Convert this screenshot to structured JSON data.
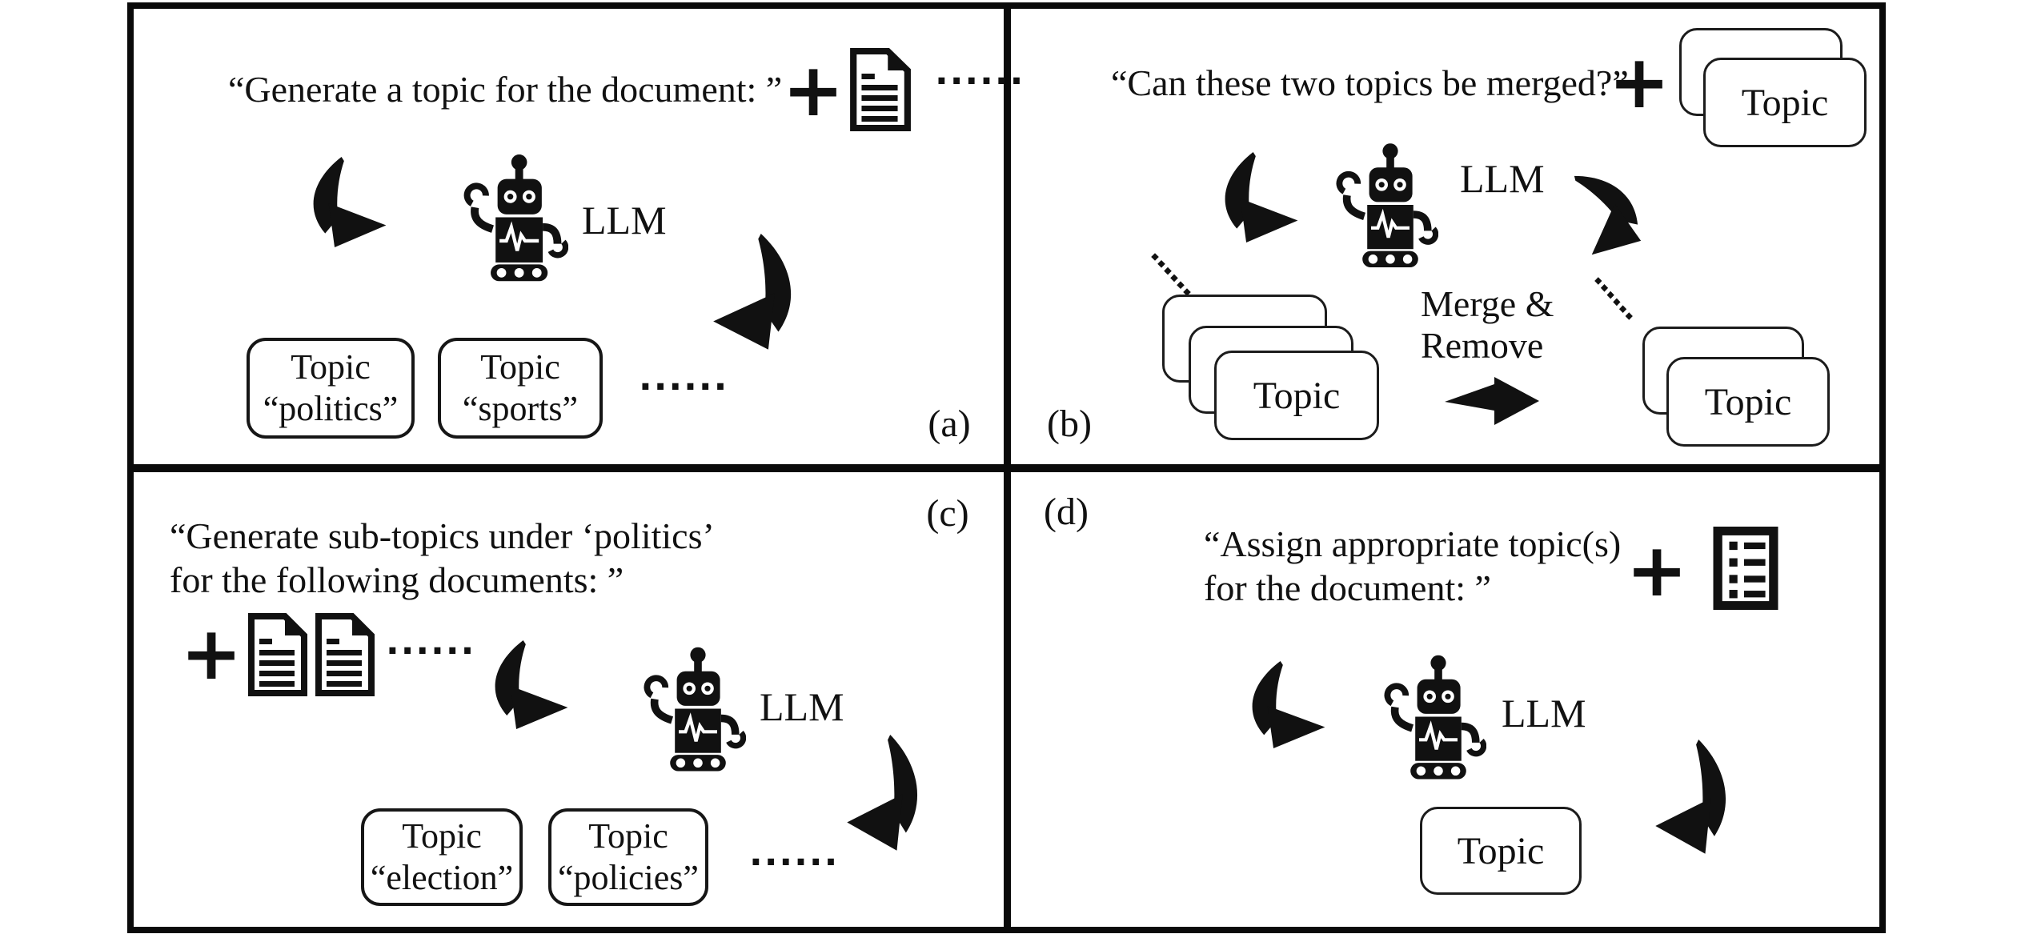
{
  "colors": {
    "ink": "#111111",
    "background": "#ffffff"
  },
  "panel_labels": {
    "a": "(a)",
    "b": "(b)",
    "c": "(c)",
    "d": "(d)"
  },
  "panels": {
    "a": {
      "prompt": "“Generate a topic for the document: ”",
      "plus": "+",
      "ellipsis_documents": "······",
      "llm_label": "LLM",
      "ellipsis_topics": "······",
      "topics": [
        {
          "line1": "Topic",
          "line2": "“politics”"
        },
        {
          "line1": "Topic",
          "line2": "“sports”"
        }
      ]
    },
    "b": {
      "prompt": "“Can these two topics be merged?”",
      "plus": "+",
      "input_card_label": "Topic",
      "llm_label": "LLM",
      "merge_label_line1": "Merge &",
      "merge_label_line2": "Remove",
      "left_stack_card_label": "Topic",
      "right_stack_card_label": "Topic"
    },
    "c": {
      "prompt_line1": "“Generate sub-topics under ‘politics’",
      "prompt_line2": "for the following documents: ”",
      "plus": "+",
      "ellipsis_documents": "······",
      "llm_label": "LLM",
      "ellipsis_topics": "······",
      "topics": [
        {
          "line1": "Topic",
          "line2": "“election”"
        },
        {
          "line1": "Topic",
          "line2": "“policies”"
        }
      ]
    },
    "d": {
      "prompt_line1": "“Assign appropriate topic(s)",
      "prompt_line2": "for the document: ”",
      "plus": "+",
      "llm_label": "LLM",
      "topic_label": "Topic"
    }
  }
}
